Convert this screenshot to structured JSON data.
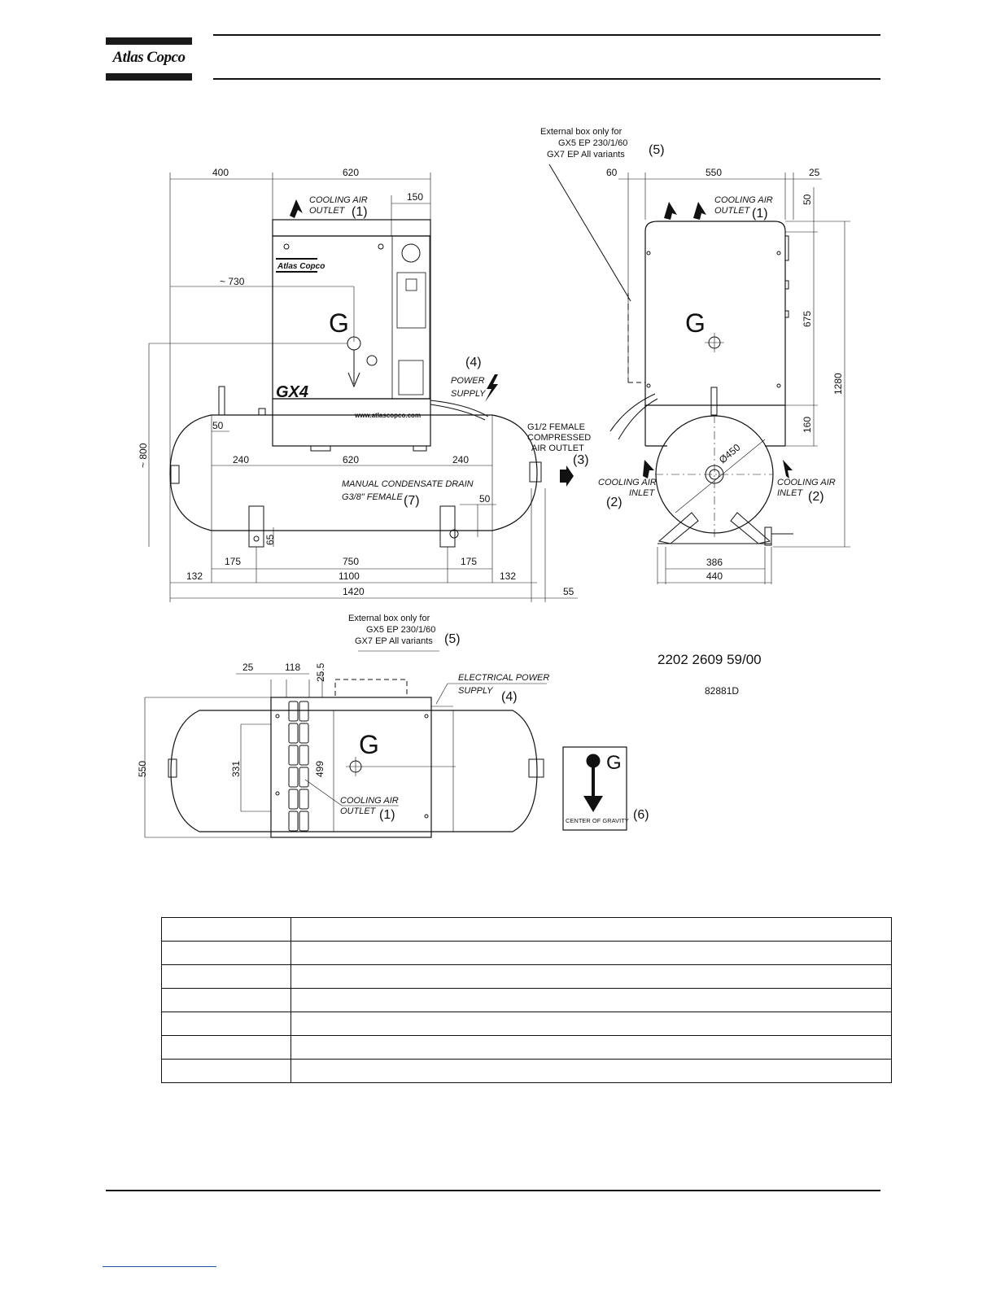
{
  "header": {
    "logo_text": "Atlas Copco"
  },
  "drawing": {
    "front": {
      "dims_top": [
        "400",
        "620",
        "150"
      ],
      "dim_730": "~ 730",
      "dim_800": "~ 800",
      "dims_tank": [
        "240",
        "620",
        "240"
      ],
      "dim_50_left": "50",
      "dim_65": "65",
      "dim_50_right": "50",
      "dims_feet": [
        "175",
        "750",
        "175"
      ],
      "dims_total": [
        "132",
        "1100",
        "132"
      ],
      "dim_1420": "1420",
      "dim_55": "55",
      "cooling_outlet": [
        "COOLING AIR",
        "OUTLET"
      ],
      "ref_1": "(1)",
      "gravity": "G",
      "model": "GX4",
      "website": "www.atlascopco.com",
      "panel_brand": "Atlas Copco",
      "power": [
        "(4)",
        "POWER",
        "SUPPLY"
      ],
      "outlet": [
        "G1/2 FEMALE",
        "COMPRESSED",
        "AIR OUTLET"
      ],
      "ref_3": "(3)",
      "drain": [
        "MANUAL CONDENSATE DRAIN",
        "G3/8\" FEMALE"
      ],
      "ref_7": "(7)"
    },
    "side": {
      "ext_box": [
        "External box only for",
        "GX5 EP 230/1/60",
        "GX7 EP All variants"
      ],
      "ref_5": "(5)",
      "dims_top": [
        "60",
        "550",
        "25"
      ],
      "dims_right": [
        "50",
        "675",
        "160"
      ],
      "dim_1280": "1280",
      "cooling_outlet": [
        "COOLING AIR",
        "OUTLET"
      ],
      "ref_1": "(1)",
      "gravity": "G",
      "diameter": "Ø450",
      "inlet_left": [
        "COOLING AIR",
        "INLET"
      ],
      "ref_2_left": "(2)",
      "inlet_right": [
        "COOLING AIR",
        "INLET"
      ],
      "ref_2_right": "(2)",
      "dims_bottom": [
        "386",
        "440"
      ]
    },
    "top": {
      "ext_box": [
        "External box only for",
        "GX5 EP 230/1/60",
        "GX7 EP All variants"
      ],
      "ref_5": "(5)",
      "dims": [
        "25",
        "118",
        "25.5"
      ],
      "dim_550": "550",
      "dim_331": "331",
      "dim_499": "499",
      "power": [
        "ELECTRICAL POWER",
        "SUPPLY"
      ],
      "ref_4": "(4)",
      "cooling_outlet": [
        "COOLING AIR",
        "OUTLET"
      ],
      "ref_1": "(1)",
      "gravity": "G"
    },
    "legend_box": {
      "gravity": "G",
      "label": "CENTER OF GRAVITY",
      "ref": "(6)"
    },
    "drawing_no": "2202 2609 59/00",
    "code": "82881D"
  }
}
